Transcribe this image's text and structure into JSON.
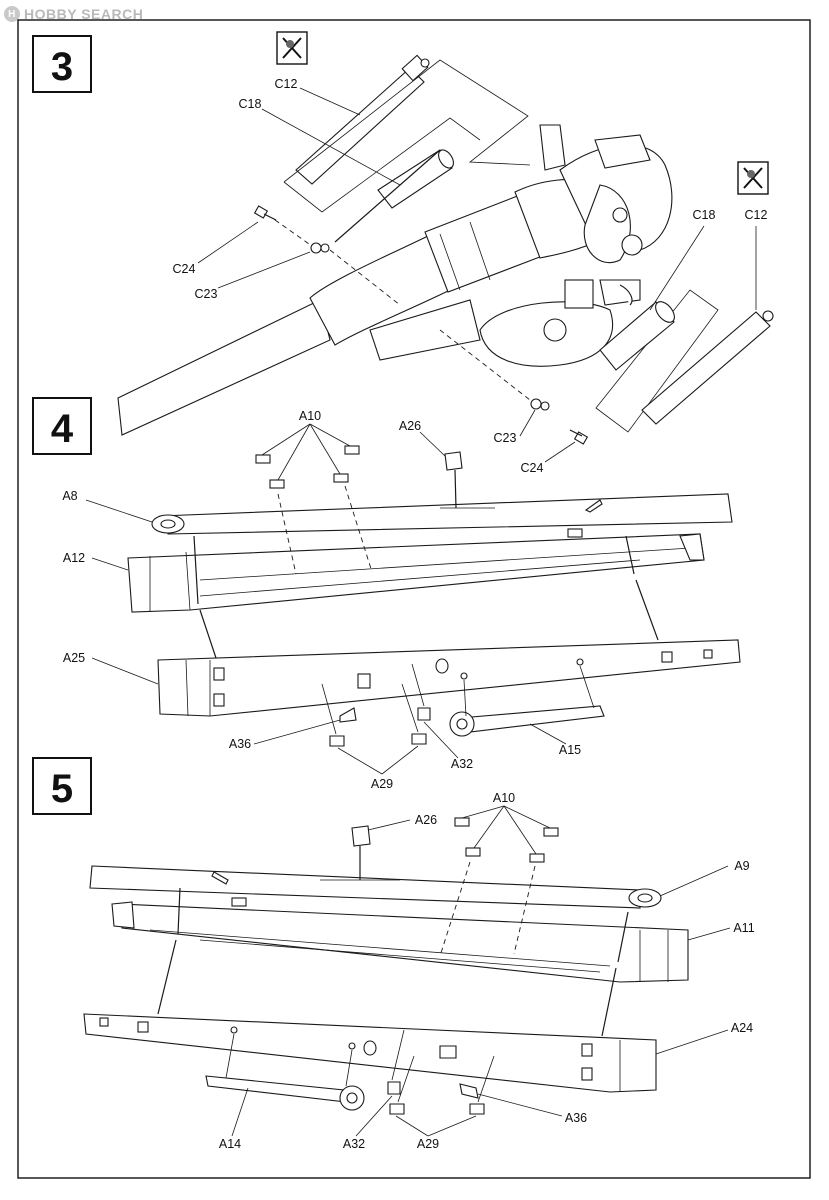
{
  "watermark": "HOBBY SEARCH",
  "steps": [
    {
      "number": "3",
      "labels": [
        "C12",
        "C18",
        "C24",
        "C23",
        "C18",
        "C12",
        "C23",
        "C24"
      ]
    },
    {
      "number": "4",
      "labels": [
        "A10",
        "A26",
        "A8",
        "A12",
        "A25",
        "A36",
        "A29",
        "A32",
        "A15"
      ]
    },
    {
      "number": "5",
      "labels": [
        "A10",
        "A26",
        "A9",
        "A11",
        "A24",
        "A14",
        "A32",
        "A29",
        "A36"
      ]
    }
  ],
  "icons": [
    "glue-icon",
    "glue-icon"
  ]
}
